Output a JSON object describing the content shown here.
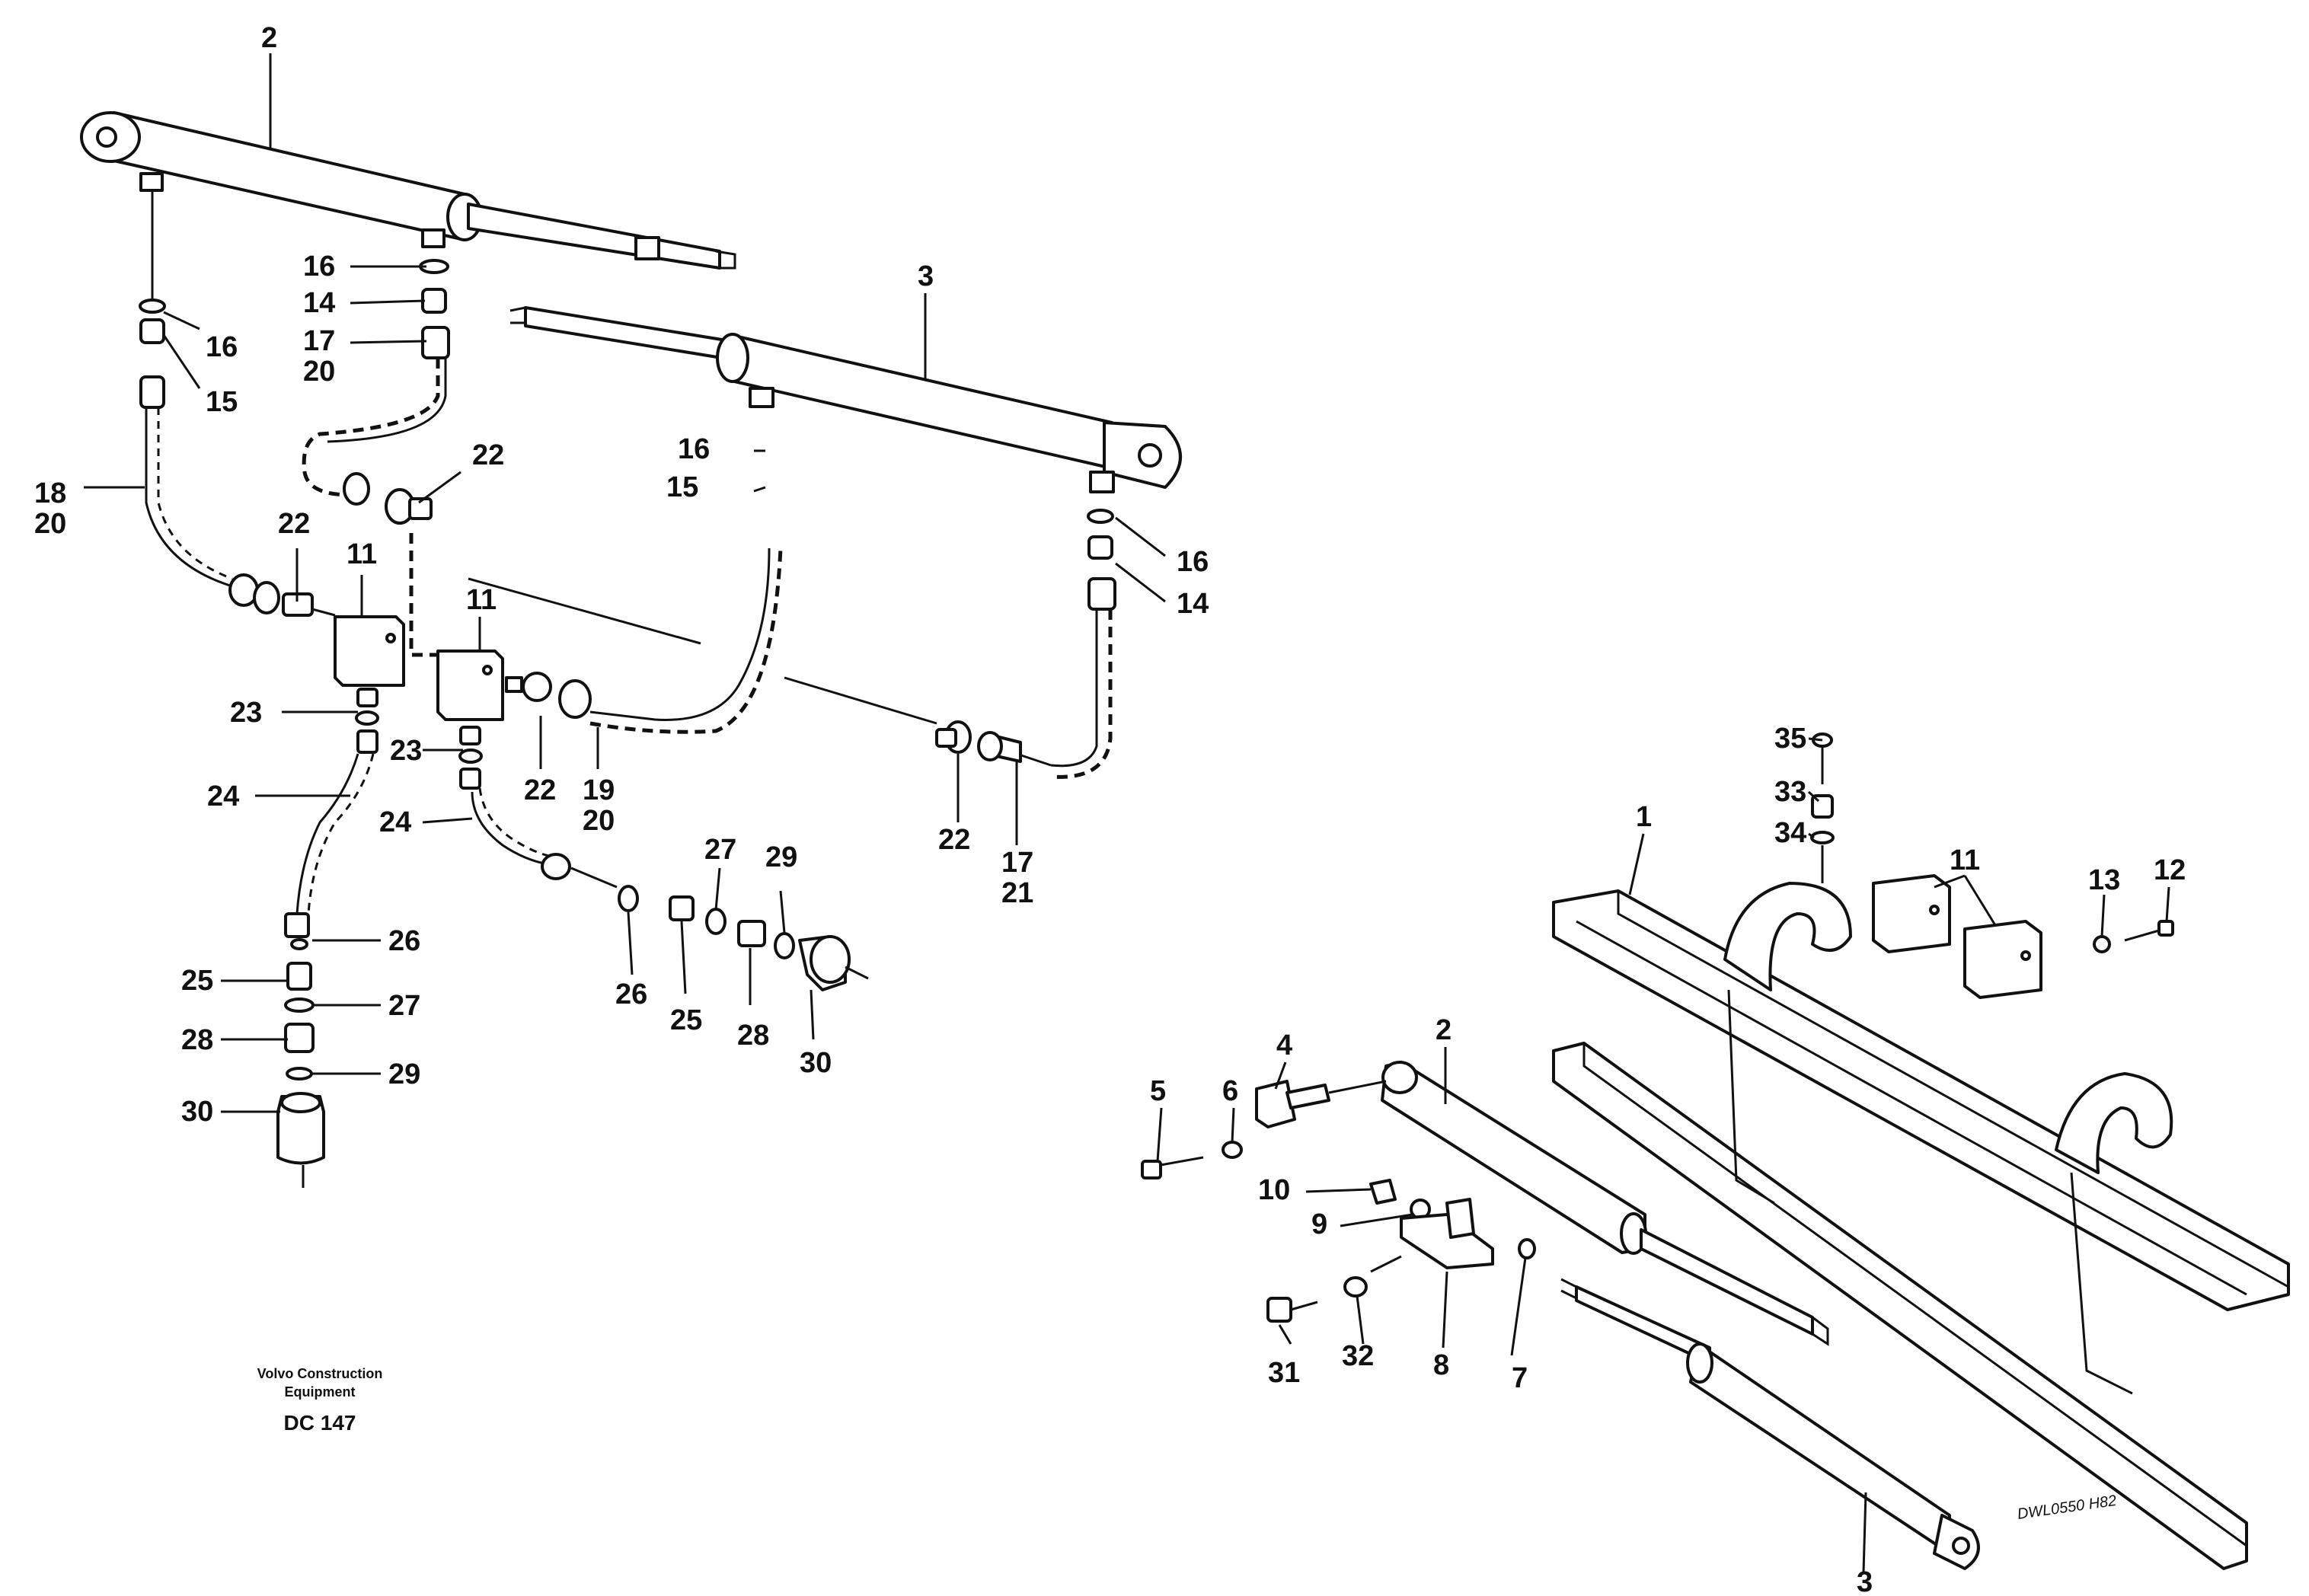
{
  "caption": {
    "line1": "Volvo Construction",
    "line2": "Equipment",
    "code": "DC 147"
  },
  "drawing_number": "DWL0550 H82",
  "labels": {
    "c2_top": "2",
    "c3_top": "3",
    "l16a": "16",
    "l14a": "14",
    "l17a": "17",
    "l20a": "20",
    "l16b": "16",
    "l15a": "15",
    "l18": "18",
    "l20b": "20",
    "l22a": "22",
    "l22b": "22",
    "l11a": "11",
    "l11b": "11",
    "l16c": "16",
    "l15b": "15",
    "l16d": "16",
    "l14b": "14",
    "l23a": "23",
    "l23b": "23",
    "l24a": "24",
    "l24b": "24",
    "l22c": "22",
    "l19": "19",
    "l20c": "20",
    "l22d": "22",
    "l17b": "17",
    "l21": "21",
    "l26a": "26",
    "l25a": "25",
    "l27a": "27",
    "l28a": "28",
    "l29a": "29",
    "l30a": "30",
    "l27b": "27",
    "l29b": "29",
    "l26b": "26",
    "l25b": "25",
    "l28b": "28",
    "l30b": "30",
    "l35": "35",
    "l33": "33",
    "l34": "34",
    "l11c": "11",
    "l13": "13",
    "l12": "12",
    "l1": "1",
    "l2_low": "2",
    "l4": "4",
    "l5": "5",
    "l6": "6",
    "l10": "10",
    "l9": "9",
    "l31": "31",
    "l32": "32",
    "l8": "8",
    "l7": "7",
    "l3_low": "3"
  }
}
